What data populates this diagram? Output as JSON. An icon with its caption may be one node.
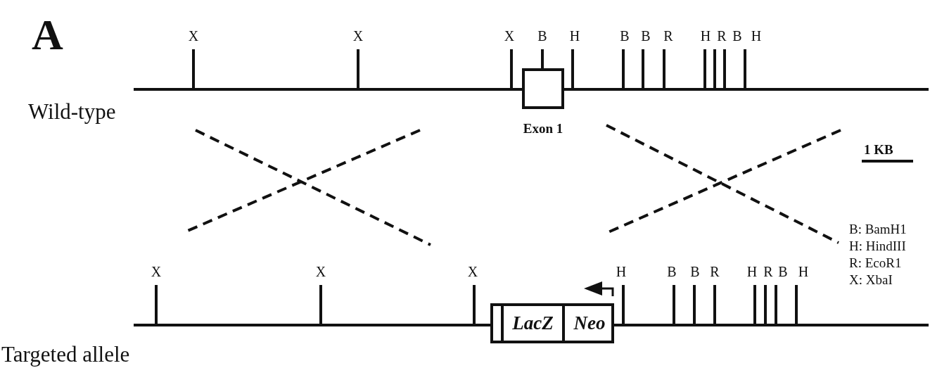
{
  "diagram": {
    "nodes": [
      {
        "text": [
          "Exon 1"
        ]
      },
      {
        "text": [],
        "shape": "box"
      },
      {
        "text": [
          "LacZ"
        ],
        "in": 1
      },
      {
        "text": [
          "Neo"
        ],
        "in": 1
      }
    ],
    "edges": [],
    "labels": [
      "A",
      "X",
      "X",
      "X",
      "B",
      "H",
      "B",
      "B",
      "R",
      "H",
      "R",
      "B",
      "H",
      "Wild-type",
      "1 KB",
      "B: BamH1",
      "H: HindIII",
      "R: EcoR1",
      "X: XbaI",
      "X",
      "X",
      "X",
      "H",
      "B",
      "B",
      "R",
      "H",
      "R",
      "B",
      "H",
      "Targeted allele"
    ]
  }
}
